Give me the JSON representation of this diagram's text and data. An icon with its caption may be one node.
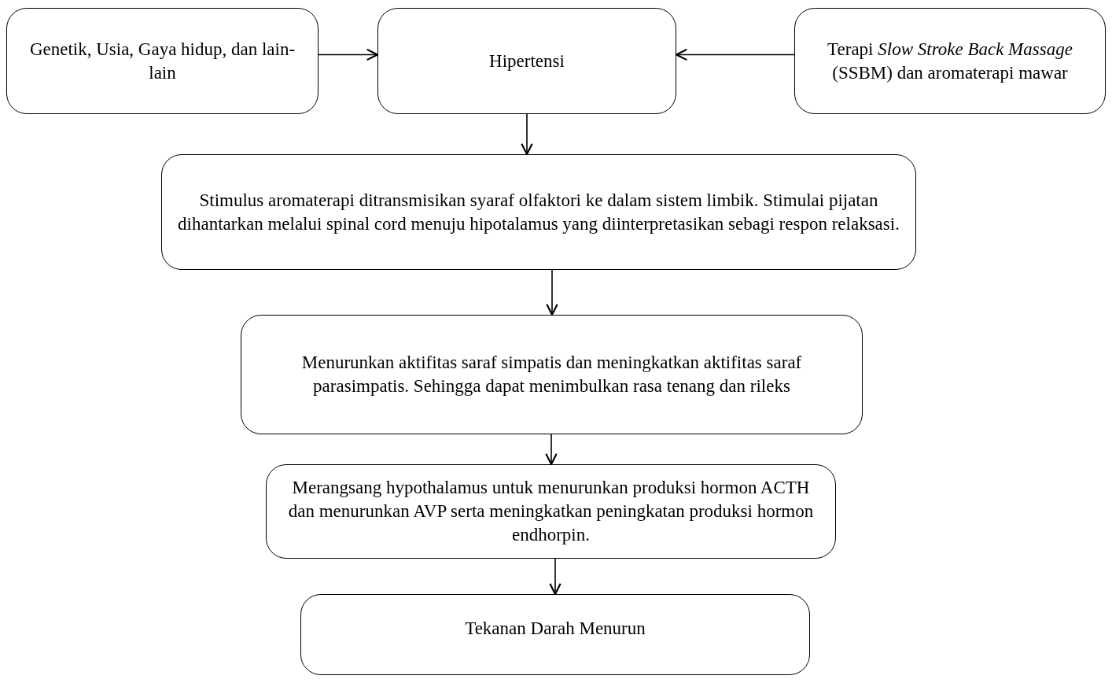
{
  "diagram": {
    "nodes": [
      {
        "text": [
          "Genetik, Usia, Gaya hidup, dan lain-lain"
        ]
      },
      {
        "text": [
          "Hipertensi"
        ]
      },
      {
        "text": [
          "Terapi *Slow Stroke Back Massage* (SSBM) dan aromaterapi mawar"
        ]
      },
      {
        "text": [
          "Stimulus aromaterapi ditransmisikan syaraf olfaktori ke dalam sistem limbik. Stimulai pijatan dihantarkan melalui spinal cord menuju hipotalamus yang diinterpretasikan sebagi respon relaksasi."
        ]
      },
      {
        "text": [
          "Menurunkan aktifitas saraf simpatis dan meningkatkan aktifitas saraf parasimpatis. Sehingga dapat menimbulkan rasa tenang dan rileks"
        ]
      },
      {
        "text": [
          "Merangsang hypothalamus untuk menurunkan produksi hormon ACTH dan menurunkan AVP serta meningkatkan peningkatan produksi hormon endhorpin."
        ]
      },
      {
        "text": [
          "Tekanan Darah Menurun"
        ]
      }
    ],
    "edges": [
      {
        "from": 0,
        "to": 1,
        "arrow": "to"
      },
      {
        "from": 2,
        "to": 1,
        "arrow": "to"
      },
      {
        "from": 1,
        "to": 3,
        "arrow": "to"
      },
      {
        "from": 3,
        "to": 4,
        "arrow": "to"
      },
      {
        "from": 4,
        "to": 5,
        "arrow": "to"
      },
      {
        "from": 5,
        "to": 6,
        "arrow": "to"
      }
    ]
  }
}
